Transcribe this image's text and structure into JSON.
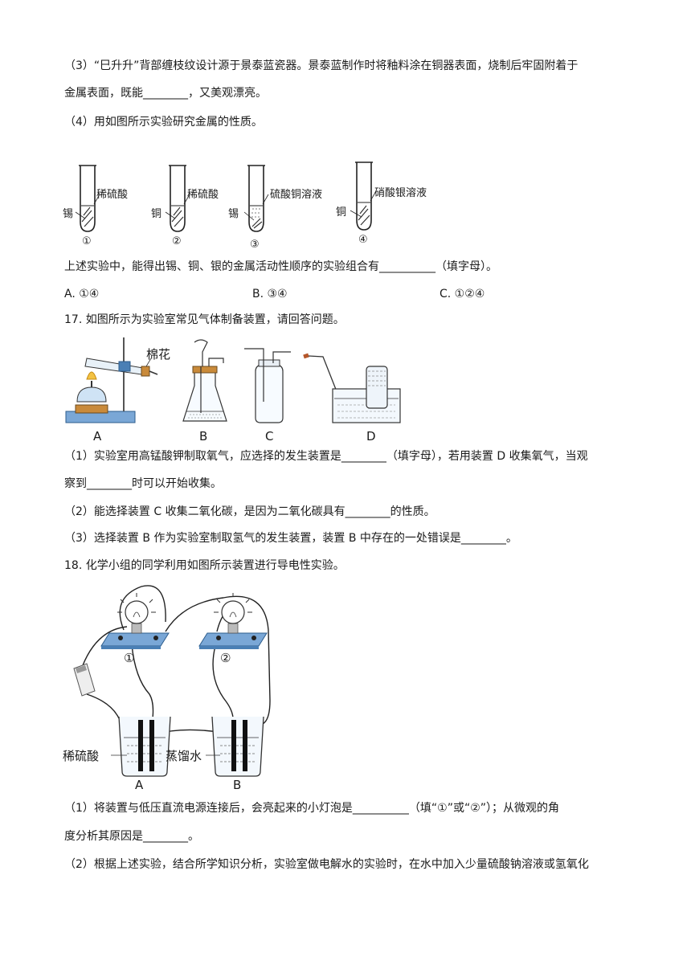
{
  "q16": {
    "p3_line1": "（3）“巳升升”背部缠枝纹设计源于景泰蓝瓷器。景泰蓝制作时将釉料涂在铜器表面，烧制后牢固附着于",
    "p3_line2": "金属表面，既能________，又美观漂亮。",
    "p4": "（4）用如图所示实验研究金属的性质。",
    "figure": {
      "tubes": [
        {
          "metal": "锡",
          "solution": "稀硫酸",
          "num": "①"
        },
        {
          "metal": "铜",
          "solution": "稀硫酸",
          "num": "②"
        },
        {
          "metal": "锡",
          "solution": "硫酸铜溶液",
          "num": "③"
        },
        {
          "metal": "铜",
          "solution": "硝酸银溶液",
          "num": "④"
        }
      ]
    },
    "question": "上述实验中，能得出锡、铜、银的金属活动性顺序的实验组合有__________（填字母）。",
    "options": [
      "A. ①④",
      "B. ③④",
      "C. ①②④"
    ]
  },
  "q17": {
    "stem": "17. 如图所示为实验室常见气体制备装置，请回答问题。",
    "figure": {
      "cotton_label": "棉花",
      "apparatus_labels": [
        "A",
        "B",
        "C",
        "D"
      ]
    },
    "p1_line1": "（1）实验室用高锰酸钾制取氧气，应选择的发生装置是________（填字母），若用装置 D 收集氧气，当观",
    "p1_line2": "察到________时可以开始收集。",
    "p2": "（2）能选择装置 C 收集二氧化碳，是因为二氧化碳具有________的性质。",
    "p3": "（3）选择装置 B 作为实验室制取氢气的发生装置，装置 B 中存在的一处错误是________。"
  },
  "q18": {
    "stem": "18. 化学小组的同学利用如图所示装置进行导电性实验。",
    "figure": {
      "bulb_labels": [
        "①",
        "②"
      ],
      "liquid_a": "稀硫酸",
      "liquid_b": "蒸馏水",
      "beaker_labels": [
        "A",
        "B"
      ]
    },
    "p1_line1": "（1）将装置与低压直流电源连接后，会亮起来的小灯泡是__________（填“①”或“②”）；从微观的角",
    "p1_line2": "度分析其原因是________。",
    "p2": "（2）根据上述实验，结合所学知识分析，实验室做电解水的实验时，在水中加入少量硫酸钠溶液或氢氧化"
  }
}
